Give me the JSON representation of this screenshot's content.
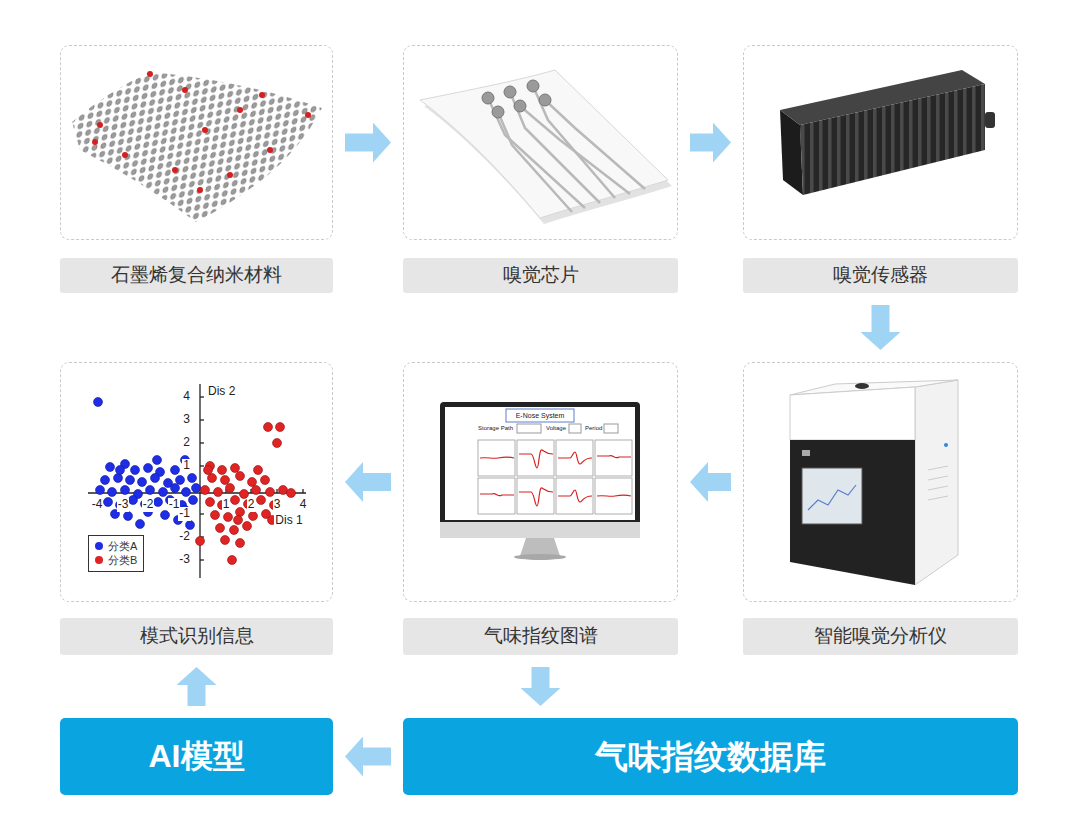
{
  "diagram": {
    "nodes": [
      {
        "text": [
          "石墨烯复合纳米材料"
        ]
      },
      {
        "text": [
          "嗅觉芯片"
        ]
      },
      {
        "text": [
          "嗅觉传感器"
        ]
      },
      {
        "text": [
          "模式识别信息"
        ]
      },
      {
        "text": [
          "气味指纹图谱"
        ]
      },
      {
        "text": [
          "智能嗅觉分析仪"
        ]
      },
      {
        "text": [
          "AI模型"
        ]
      },
      {
        "text": [
          "气味指纹数据库"
        ]
      }
    ],
    "edges": [
      {
        "from": 0,
        "to": 1,
        "arrow": "to"
      },
      {
        "from": 1,
        "to": 2,
        "arrow": "to"
      },
      {
        "from": 2,
        "to": 5,
        "arrow": "to"
      },
      {
        "from": 5,
        "to": 4,
        "arrow": "to"
      },
      {
        "from": 4,
        "to": 3,
        "arrow": "to"
      },
      {
        "from": 4,
        "to": 7,
        "arrow": "to"
      },
      {
        "from": 7,
        "to": 6,
        "arrow": "to"
      },
      {
        "from": 6,
        "to": 3,
        "arrow": "to"
      }
    ],
    "labels": [
      "Dis 2",
      "Dis 1",
      "4",
      "3",
      "2",
      "1",
      "-1",
      "-2",
      "-3",
      "-4",
      "-3",
      "-2",
      "-1",
      "1",
      "2",
      "3",
      "4",
      "E-Nose System",
      "Storage Path",
      "Voltage",
      "Period"
    ],
    "legend": [
      {
        "text": "分类A",
        "color": "#1f2ee6"
      },
      {
        "text": "分类B",
        "color": "#e02424"
      }
    ]
  }
}
